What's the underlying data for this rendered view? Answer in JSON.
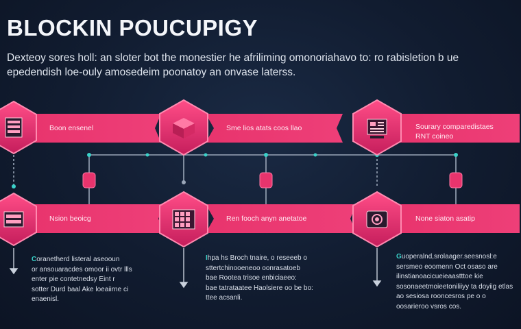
{
  "header": {
    "title": "BLOCKIN POUCUPIGY",
    "subtitle_lines": [
      "Dexteoy sores holl: an sloter bot the monestier he afriliming omonoriahavo to: ro rabisletion b ue",
      "epedendish loe-ouly amosedeim poonatoy an onvase laterss."
    ]
  },
  "top_row": [
    {
      "label": "Boon ensenel",
      "icon": "server-rack-icon"
    },
    {
      "label": "Sme lios atats coos llao",
      "icon": "cube-icon"
    },
    {
      "label": "Sourary comparedistaes",
      "label2": "RNT coineo",
      "icon": "document-stack-icon"
    }
  ],
  "bottom_row": [
    {
      "label": "Nsion beoicg",
      "icon": "drawer-icon"
    },
    {
      "label": "Ren fooch anyn anetatoe",
      "icon": "grid-chip-icon"
    },
    {
      "label": "None siaton asatip",
      "icon": "camera-safe-icon"
    }
  ],
  "descriptions": [
    {
      "lead": "C",
      "lines": [
        "oranetherd listeral aseooun",
        "or ansouaracdes omoor ii ovtr llls",
        "enter pie contetnedsy Eint r",
        "sotter Durd baal Ake loeaiirne ci",
        "enaenisl."
      ]
    },
    {
      "lead": "I",
      "lines": [
        "hpa hs Broch tnaire, o reseeeb o",
        "sttertchinooeneoo oonrasatoeb",
        "bae Rootea trisoe enbiciaeeo:",
        "bae tatrataatee Haolsiere oo be bo:",
        "ttee acsanli."
      ]
    },
    {
      "lead": "G",
      "lines": [
        "uoperalnd,srolaager.seesnosl:e",
        "sersmeo eoomenn Oct osaso are",
        "ilinstianoacicueieaastttoe kie",
        "sosonaeetmoieetoniliiyy ta doyiig etlas",
        "ao sesiosa rooncesros pe o o",
        "oosarieroo vsros cos."
      ]
    }
  ],
  "colors": {
    "pink": "#e8346d",
    "pink_dark": "#b81f55",
    "cyan": "#3ad1c9",
    "line": "#9aa6b8"
  }
}
